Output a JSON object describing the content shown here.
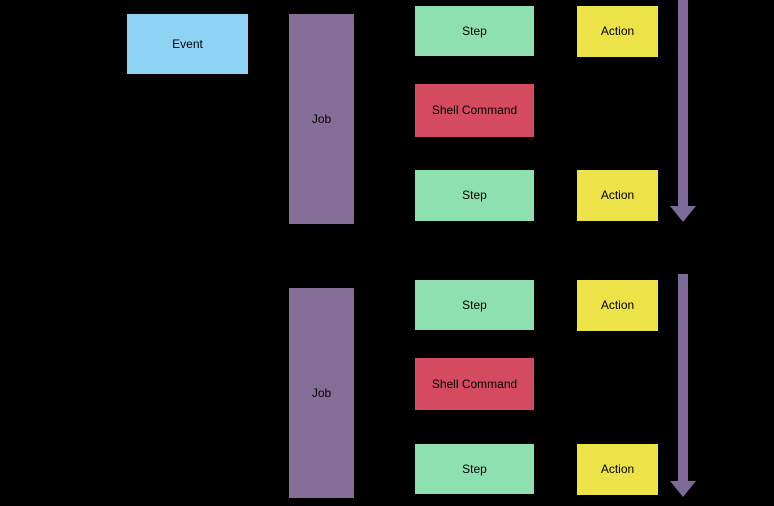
{
  "colors": {
    "background": "#000000",
    "event_fill": "#8ed3f4",
    "job_fill": "#846e96",
    "step_fill": "#8fe0b0",
    "shell_command_fill": "#d44a5f",
    "action_fill": "#ebe347",
    "arrow_fill": "#7e6b9a",
    "text": "#000000"
  },
  "event": {
    "label": "Event"
  },
  "jobs": [
    {
      "label": "Job",
      "nodes": [
        {
          "type": "step",
          "label": "Step"
        },
        {
          "type": "shell-command",
          "label": "Shell Command"
        },
        {
          "type": "step",
          "label": "Step"
        }
      ],
      "actions": [
        "Action",
        "Action"
      ]
    },
    {
      "label": "Job",
      "nodes": [
        {
          "type": "step",
          "label": "Step"
        },
        {
          "type": "shell-command",
          "label": "Shell Command"
        },
        {
          "type": "step",
          "label": "Step"
        }
      ],
      "actions": [
        "Action",
        "Action"
      ]
    }
  ]
}
